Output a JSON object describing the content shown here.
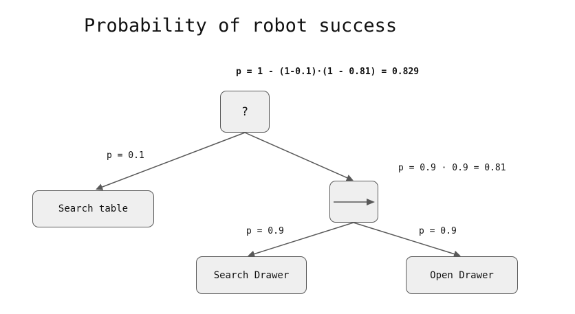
{
  "diagram": {
    "title": "Probability of robot success",
    "root_formula": "p = 1 - (1-0.1)·(1 - 0.81) = 0.829",
    "sequence_formula": "p = 0.9 · 0.9 = 0.81",
    "nodes": {
      "fallback": {
        "symbol": "?"
      },
      "sequence": {
        "symbol": "sequence-arrow-icon"
      },
      "search_table": {
        "label": "Search table"
      },
      "search_drawer": {
        "label": "Search Drawer"
      },
      "open_drawer": {
        "label": "Open Drawer"
      }
    },
    "edge_labels": {
      "search_table": "p = 0.1",
      "search_drawer": "p = 0.9",
      "open_drawer": "p = 0.9"
    },
    "colors": {
      "node_fill": "#efefef",
      "node_border": "#595959",
      "edge": "#595959"
    }
  }
}
